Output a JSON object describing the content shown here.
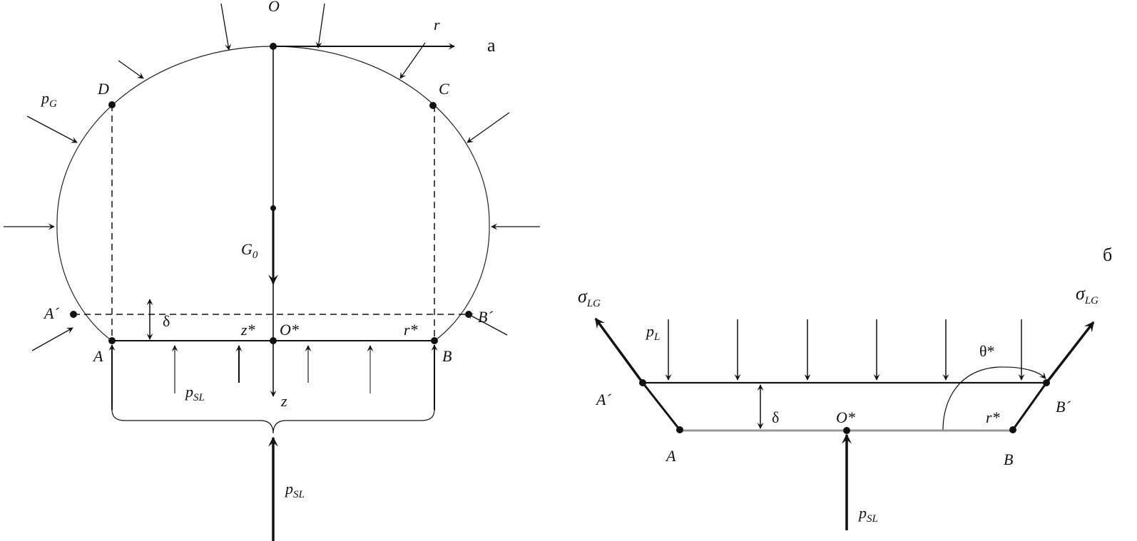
{
  "panel_a": {
    "tag": "а",
    "points": {
      "O": "O",
      "D": "D",
      "C": "C",
      "A_prime": "A´",
      "B_prime": "B´",
      "A": "A",
      "B": "B",
      "O_star": "O*"
    },
    "axis_r": "r",
    "axis_z": "z",
    "z_star": "z*",
    "r_star": "r*",
    "gravity": {
      "main": "G",
      "sub": "0"
    },
    "delta": "δ",
    "p_G": {
      "main": "p",
      "sub": "G"
    },
    "p_SL_small": {
      "main": "p",
      "sub": "SL"
    },
    "p_SL_big": {
      "main": "p",
      "sub": "SL"
    }
  },
  "panel_b": {
    "tag": "б",
    "points": {
      "A_prime": "A´",
      "B_prime": "B´",
      "A": "A",
      "B": "B",
      "O_star": "O*"
    },
    "r_star": "r*",
    "theta_star": "θ*",
    "delta": "δ",
    "sigma_left": {
      "main": "σ",
      "sub": "LG"
    },
    "sigma_right": {
      "main": "σ",
      "sub": "LG"
    },
    "p_L": {
      "main": "p",
      "sub": "L"
    },
    "p_SL": {
      "main": "p",
      "sub": "SL"
    }
  }
}
